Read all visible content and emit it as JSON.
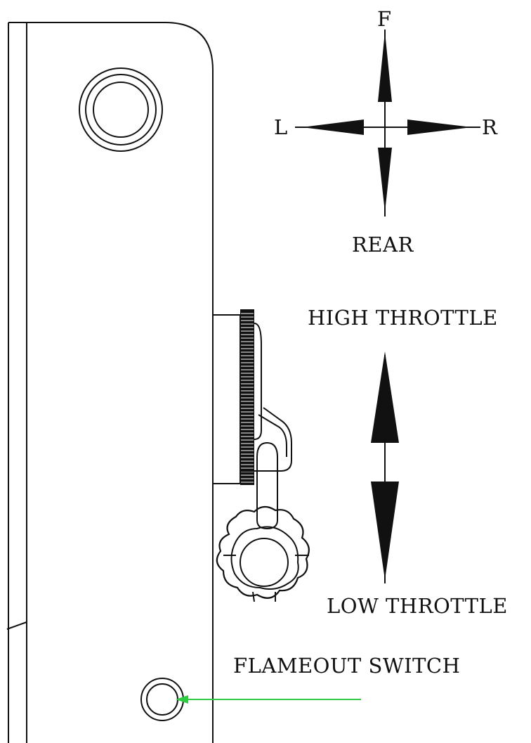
{
  "labels": {
    "front": "F",
    "left": "L",
    "right": "R",
    "rear": "REAR",
    "high_throttle": "HIGH THROTTLE",
    "low_throttle": "LOW THROTTLE",
    "flameout_switch": "FLAMEOUT SWITCH"
  },
  "colors": {
    "line": "#111111",
    "pointer": "#2ecc40",
    "background": "#ffffff"
  }
}
